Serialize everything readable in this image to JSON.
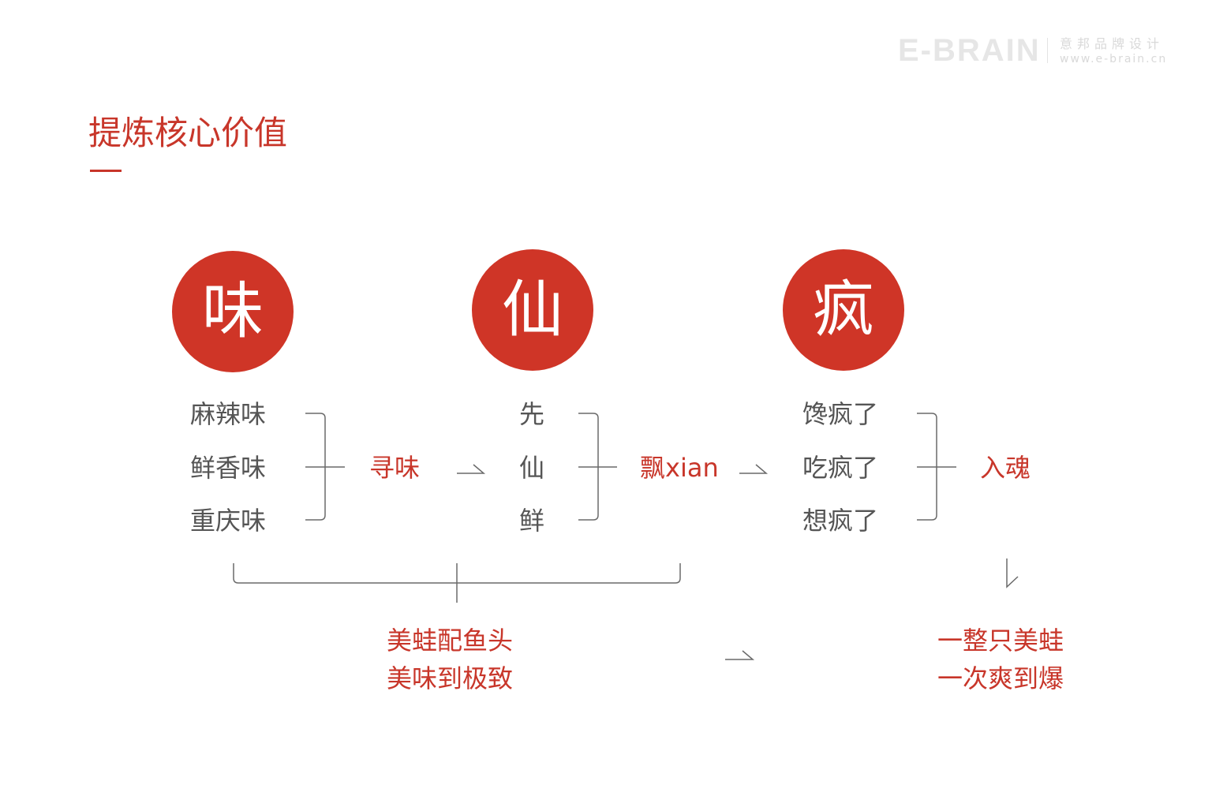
{
  "logo": {
    "wordmark": "E-BRAIN",
    "cn": "意邦品牌设计",
    "url": "www.e-brain.cn"
  },
  "title": "提炼核心价值",
  "circles": [
    "味",
    "仙",
    "疯"
  ],
  "group1": {
    "terms": [
      "麻辣味",
      "鲜香味",
      "重庆味"
    ],
    "result": "寻味"
  },
  "group2": {
    "terms": [
      "先",
      "仙",
      "鲜"
    ],
    "result": "飘xian"
  },
  "group3": {
    "terms": [
      "馋疯了",
      "吃疯了",
      "想疯了"
    ],
    "result": "入魂"
  },
  "summary_left": {
    "line1": "美蛙配鱼头",
    "line2": "美味到极致"
  },
  "summary_right": {
    "line1": "一整只美蛙",
    "line2": "一次爽到爆"
  },
  "colors": {
    "accent": "#cf3527",
    "text": "#555555",
    "line": "#6a6a6a",
    "logo": "#e6e6e6"
  }
}
